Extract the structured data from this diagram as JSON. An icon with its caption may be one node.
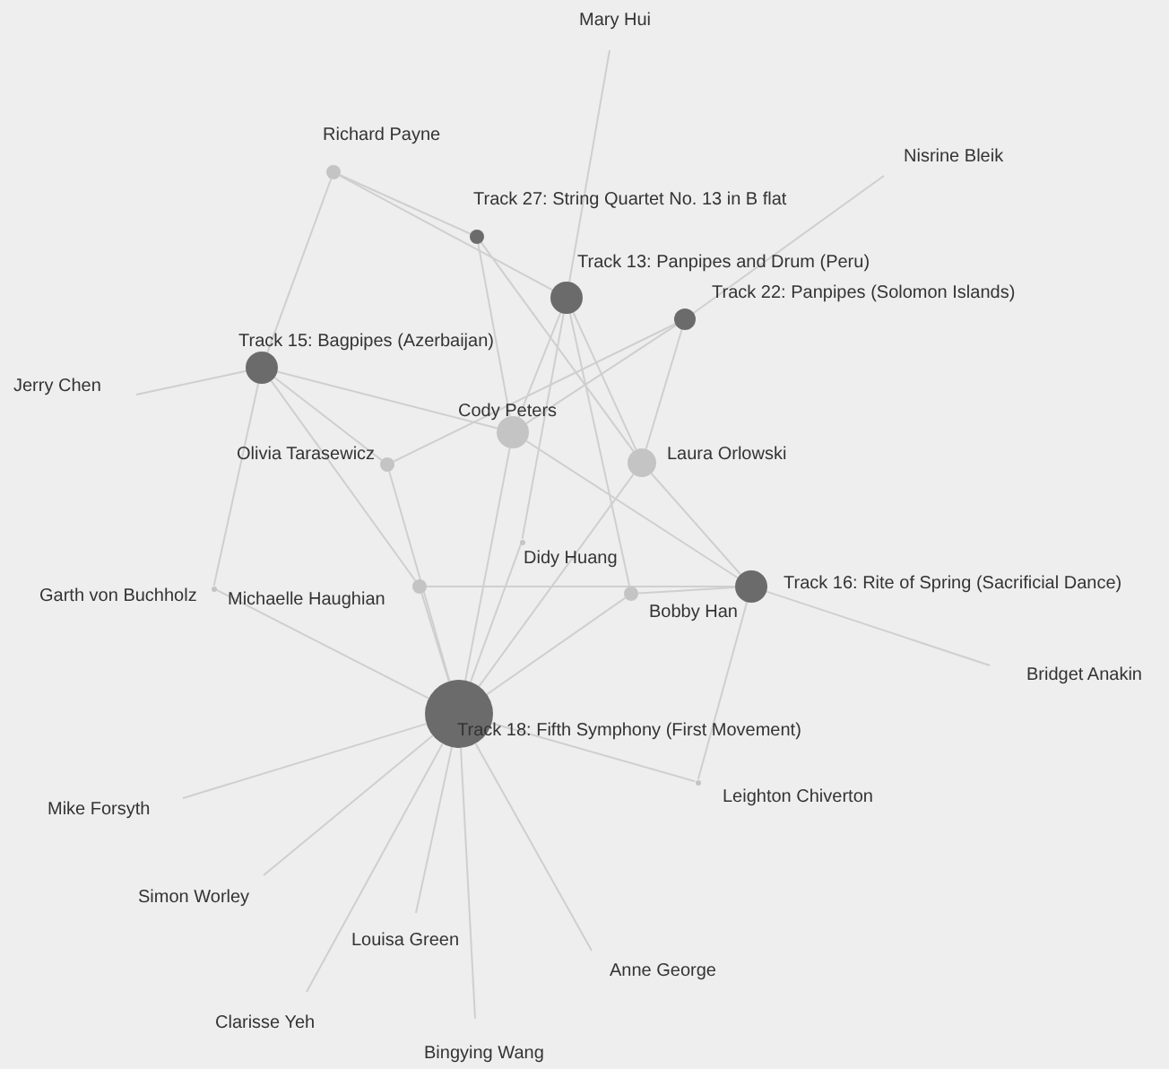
{
  "diagram": {
    "nodes": [
      {
        "text": [
          "Mary Hui"
        ]
      },
      {
        "text": [
          "Richard Payne"
        ]
      },
      {
        "text": [
          "Track 27: String Quartet No. 13 in B flat"
        ]
      },
      {
        "text": [
          "Nisrine Bleik"
        ]
      },
      {
        "text": [
          "Track 13: Panpipes and Drum (Peru)"
        ]
      },
      {
        "text": [
          "Track 22: Panpipes (Solomon Islands)"
        ]
      },
      {
        "text": [
          "Track 15: Bagpipes (Azerbaijan)"
        ]
      },
      {
        "text": [
          "Jerry Chen"
        ]
      },
      {
        "text": [
          "Cody Peters"
        ]
      },
      {
        "text": [
          "Olivia Tarasewicz"
        ]
      },
      {
        "text": [
          "Laura Orlowski"
        ]
      },
      {
        "text": [
          "Didy Huang"
        ]
      },
      {
        "text": [
          "Garth von Buchholz"
        ]
      },
      {
        "text": [
          "Michaelle Haughian"
        ]
      },
      {
        "text": [
          "Bobby Han"
        ]
      },
      {
        "text": [
          "Track 16: Rite of Spring (Sacrificial Dance)"
        ]
      },
      {
        "text": [
          "Bridget Anakin"
        ]
      },
      {
        "text": [
          "Track 18: Fifth Symphony (First Movement)"
        ]
      },
      {
        "text": [
          "Leighton Chiverton"
        ]
      },
      {
        "text": [
          "Mike Forsyth"
        ]
      },
      {
        "text": [
          "Simon Worley"
        ]
      },
      {
        "text": [
          "Louisa Green"
        ]
      },
      {
        "text": [
          "Anne George"
        ]
      },
      {
        "text": [
          "Clarisse Yeh"
        ]
      },
      {
        "text": [
          "Bingying Wang"
        ]
      }
    ],
    "edges": [
      {
        "from": 0,
        "to": 4,
        "arrow": "none"
      },
      {
        "from": 1,
        "to": 2,
        "arrow": "none"
      },
      {
        "from": 1,
        "to": 4,
        "arrow": "none"
      },
      {
        "from": 1,
        "to": 6,
        "arrow": "none"
      },
      {
        "from": 2,
        "to": 8,
        "arrow": "none"
      },
      {
        "from": 2,
        "to": 10,
        "arrow": "none"
      },
      {
        "from": 3,
        "to": 5,
        "arrow": "none"
      },
      {
        "from": 4,
        "to": 8,
        "arrow": "none"
      },
      {
        "from": 4,
        "to": 11,
        "arrow": "none"
      },
      {
        "from": 4,
        "to": 10,
        "arrow": "none"
      },
      {
        "from": 4,
        "to": 14,
        "arrow": "none"
      },
      {
        "from": 5,
        "to": 8,
        "arrow": "none"
      },
      {
        "from": 5,
        "to": 9,
        "arrow": "none"
      },
      {
        "from": 5,
        "to": 10,
        "arrow": "none"
      },
      {
        "from": 6,
        "to": 7,
        "arrow": "none"
      },
      {
        "from": 6,
        "to": 8,
        "arrow": "none"
      },
      {
        "from": 6,
        "to": 9,
        "arrow": "none"
      },
      {
        "from": 6,
        "to": 13,
        "arrow": "none"
      },
      {
        "from": 6,
        "to": 12,
        "arrow": "none"
      },
      {
        "from": 8,
        "to": 17,
        "arrow": "none"
      },
      {
        "from": 8,
        "to": 15,
        "arrow": "none"
      },
      {
        "from": 9,
        "to": 17,
        "arrow": "none"
      },
      {
        "from": 10,
        "to": 15,
        "arrow": "none"
      },
      {
        "from": 10,
        "to": 17,
        "arrow": "none"
      },
      {
        "from": 11,
        "to": 17,
        "arrow": "none"
      },
      {
        "from": 12,
        "to": 17,
        "arrow": "none"
      },
      {
        "from": 13,
        "to": 17,
        "arrow": "none"
      },
      {
        "from": 13,
        "to": 15,
        "arrow": "none"
      },
      {
        "from": 14,
        "to": 15,
        "arrow": "none"
      },
      {
        "from": 14,
        "to": 17,
        "arrow": "none"
      },
      {
        "from": 15,
        "to": 16,
        "arrow": "none"
      },
      {
        "from": 15,
        "to": 18,
        "arrow": "none"
      },
      {
        "from": 17,
        "to": 18,
        "arrow": "none"
      },
      {
        "from": 17,
        "to": 19,
        "arrow": "none"
      },
      {
        "from": 17,
        "to": 20,
        "arrow": "none"
      },
      {
        "from": 17,
        "to": 21,
        "arrow": "none"
      },
      {
        "from": 17,
        "to": 23,
        "arrow": "none"
      },
      {
        "from": 17,
        "to": 24,
        "arrow": "none"
      },
      {
        "from": 17,
        "to": 22,
        "arrow": "none"
      }
    ]
  }
}
